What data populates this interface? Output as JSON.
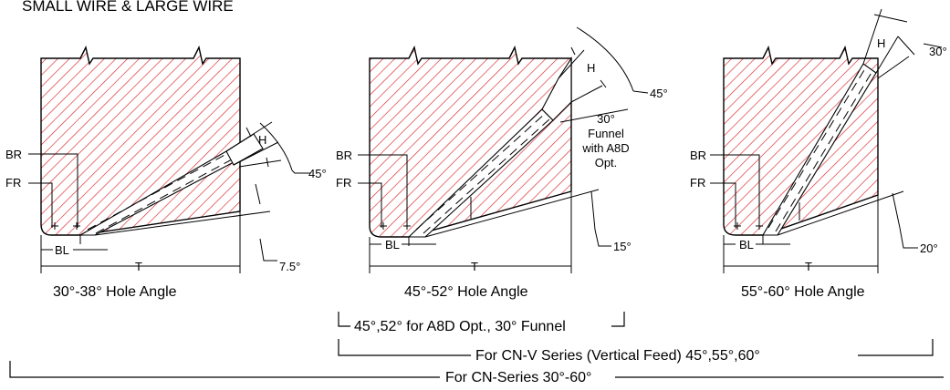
{
  "title": "SMALL WIRE & LARGE WIRE",
  "colors": {
    "hatch": "#d9262b",
    "line": "#000000",
    "background": "#ffffff"
  },
  "labels": {
    "br": "BR",
    "fr": "FR",
    "bl": "BL",
    "t": "T",
    "h": "H"
  },
  "blocks": [
    {
      "caption": "30°-38° Hole Angle",
      "top_angle": "45°",
      "bottom_angle": "7.5°"
    },
    {
      "caption": "45°-52° Hole Angle",
      "top_angle": "45°",
      "bottom_angle": "15°",
      "note_lines": [
        "30°",
        "Funnel",
        "with A8D",
        "Opt."
      ]
    },
    {
      "caption": "55°-60° Hole Angle",
      "top_angle": "30°",
      "bottom_angle": "20°"
    }
  ],
  "series_brackets": [
    {
      "text": "45°,52°  for A8D Opt., 30° Funnel"
    },
    {
      "text": "For CN-V  Series (Vertical Feed) 45°,55°,60°"
    },
    {
      "text": "For CN-Series 30°-60°"
    }
  ]
}
